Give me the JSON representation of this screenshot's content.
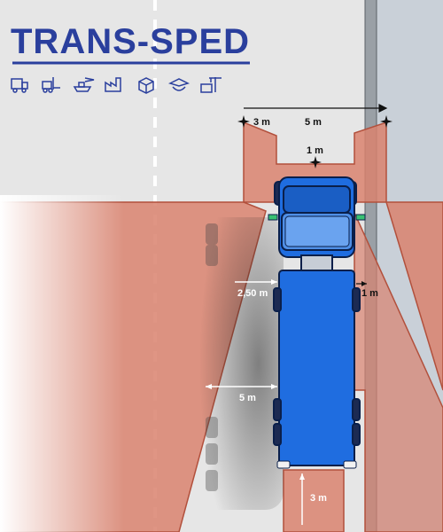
{
  "brand": {
    "name": "TRANS-SPED",
    "color": "#2a3f9d",
    "service_icons": [
      "truck-icon",
      "forklift-icon",
      "cargo-ship-plane-icon",
      "factory-icon",
      "package-icon",
      "customs-officer-icon",
      "warehouse-crane-icon"
    ]
  },
  "colors": {
    "blind_zone": "#d9826f",
    "blind_zone_edge": "#b2503c",
    "road": "#e6e6e6",
    "sidewalk": "#c9d0d8",
    "truck_body": "#1f6de0",
    "truck_outline": "#0a1f4a"
  },
  "dimensions": {
    "top_left_width": "3 m",
    "top_right_width": "5 m",
    "front_depth": "1 m",
    "left_side_near": "2,50 m",
    "left_side_far": "5 m",
    "right_side": "1 m",
    "rear_depth": "3 m"
  }
}
